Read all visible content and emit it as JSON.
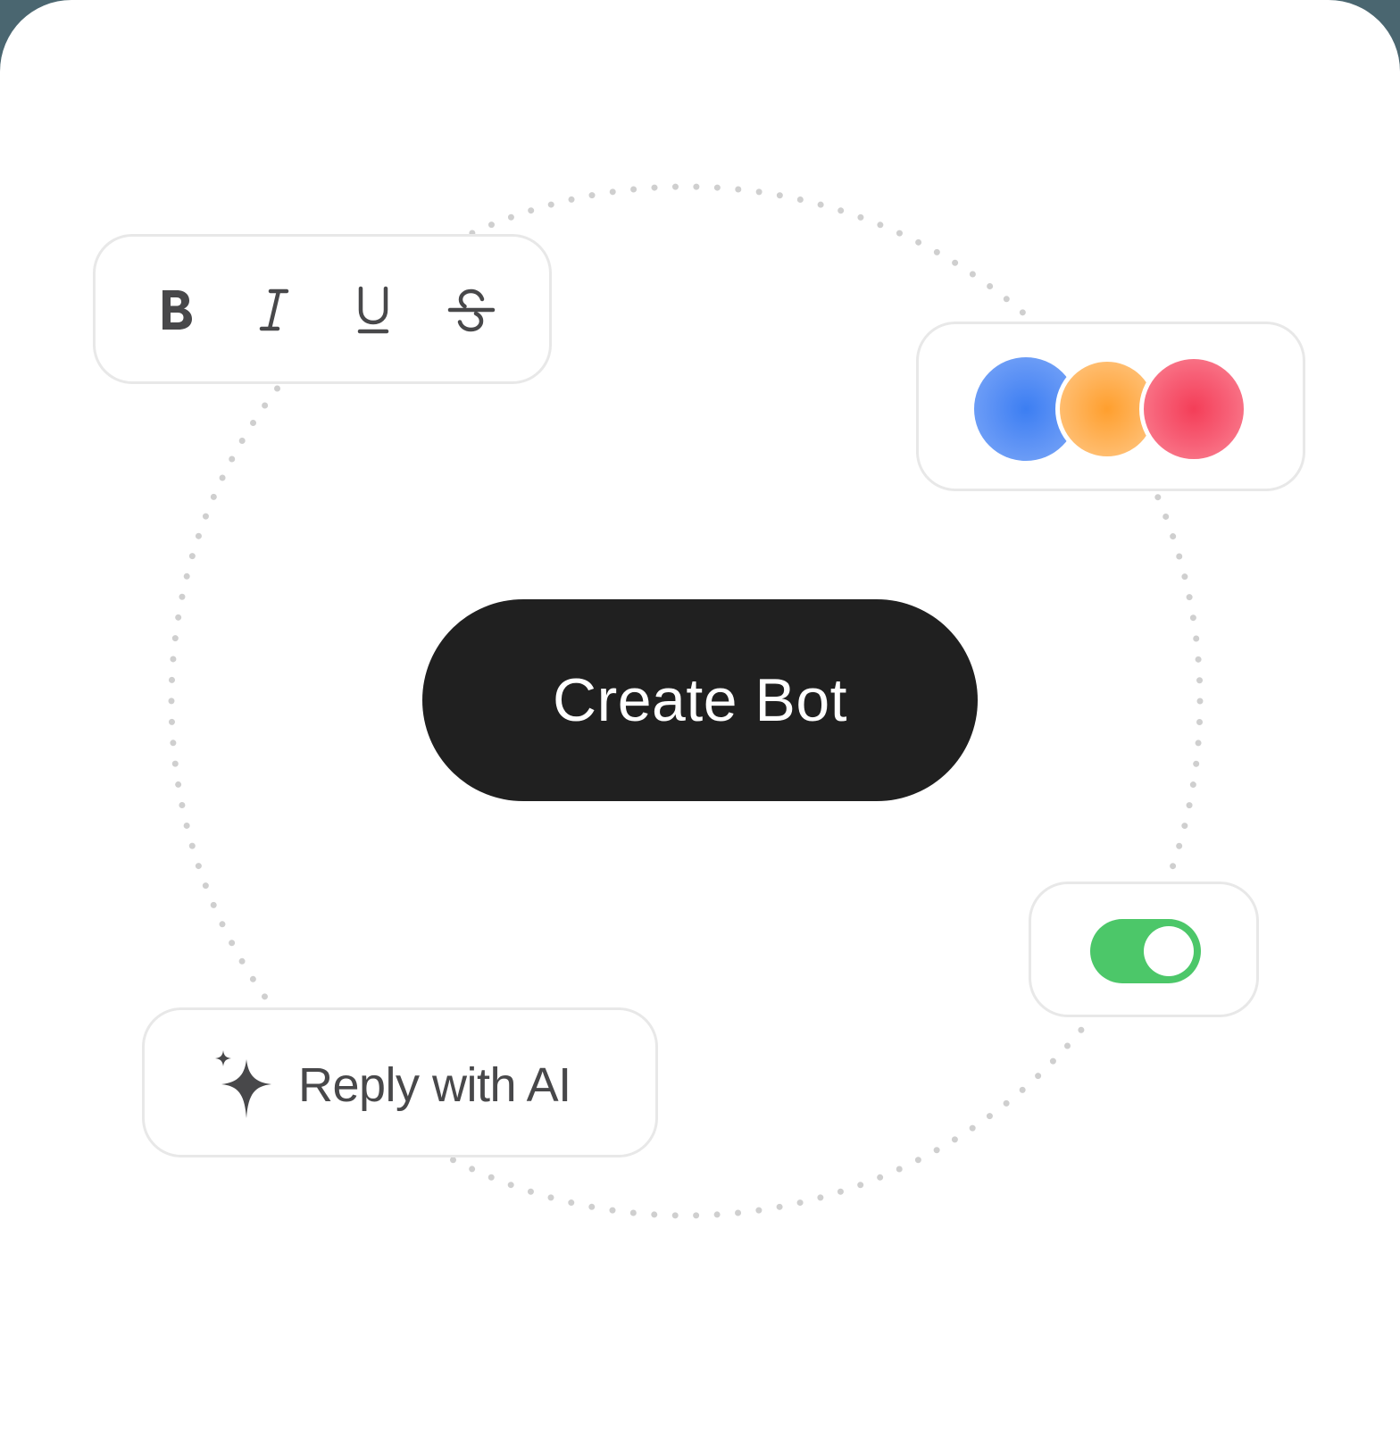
{
  "canvas": {
    "background_outer": "#4a6670",
    "background_inner": "#ffffff"
  },
  "formatting_toolbar": {
    "buttons": [
      {
        "name": "bold",
        "icon": "bold-icon",
        "glyph": "B"
      },
      {
        "name": "italic",
        "icon": "italic-icon",
        "glyph": "I"
      },
      {
        "name": "underline",
        "icon": "underline-icon",
        "glyph": "U"
      },
      {
        "name": "strikethrough",
        "icon": "strikethrough-icon",
        "glyph": "S"
      }
    ],
    "icon_color": "#48484a"
  },
  "color_picker": {
    "swatches": [
      {
        "name": "blue",
        "color": "#3c7ef2"
      },
      {
        "name": "orange",
        "color": "#ff9f2e"
      },
      {
        "name": "red",
        "color": "#f43e58"
      }
    ]
  },
  "toggle": {
    "state": "on",
    "color_on": "#4cc769"
  },
  "primary_action": {
    "label": "Create Bot",
    "background": "#202020",
    "text_color": "#ffffff"
  },
  "ai_action": {
    "label": "Reply with AI",
    "icon": "sparkle-icon",
    "text_color": "#48484a"
  }
}
